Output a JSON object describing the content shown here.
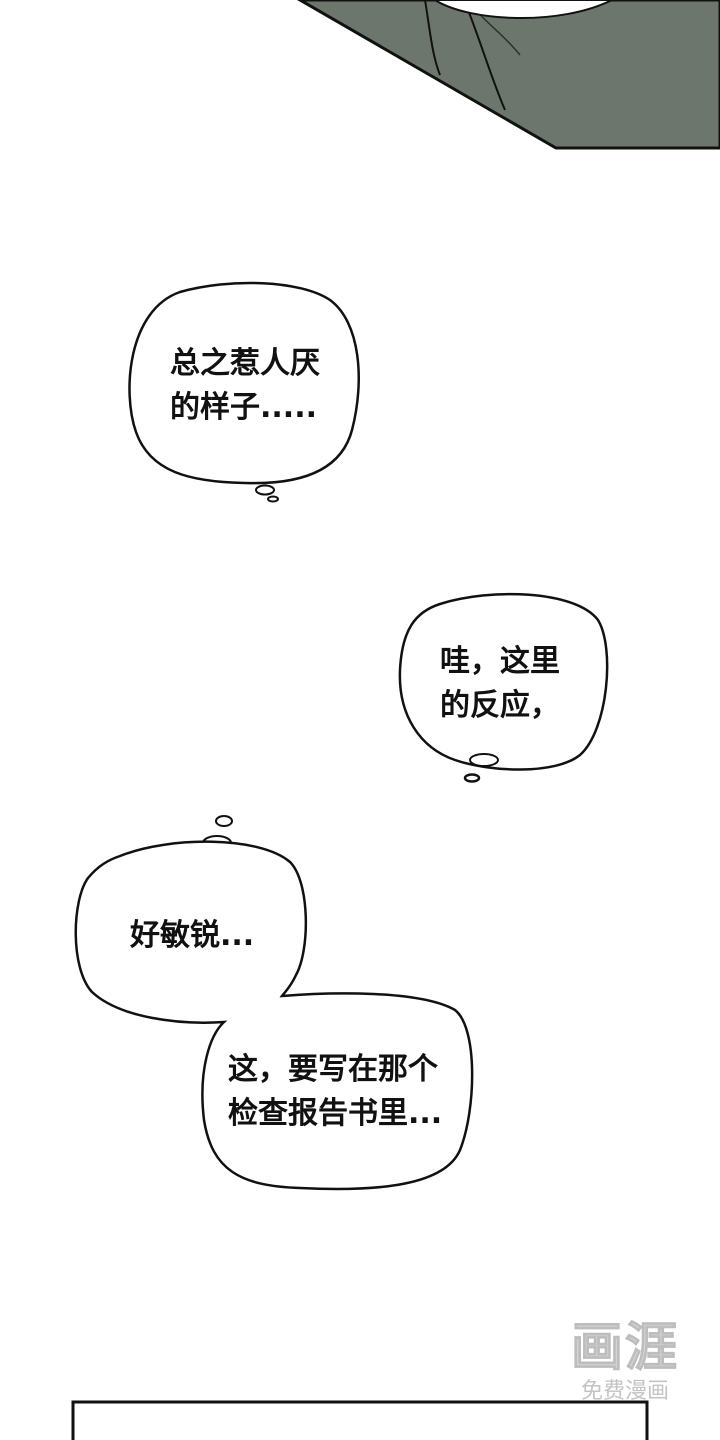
{
  "panel_top": {
    "fill": "#6d766d",
    "ink": "#111111"
  },
  "bubbles": [
    {
      "id": "b1",
      "text": "总之惹人厌\n的样子....."
    },
    {
      "id": "b2",
      "text": "哇，这里\n的反应，"
    },
    {
      "id": "b3",
      "text": "好敏锐..."
    },
    {
      "id": "b4",
      "text": "这，要写在那个\n检查报告书里..."
    }
  ],
  "watermark": {
    "logo": "画涯",
    "sub": "免费漫画"
  }
}
